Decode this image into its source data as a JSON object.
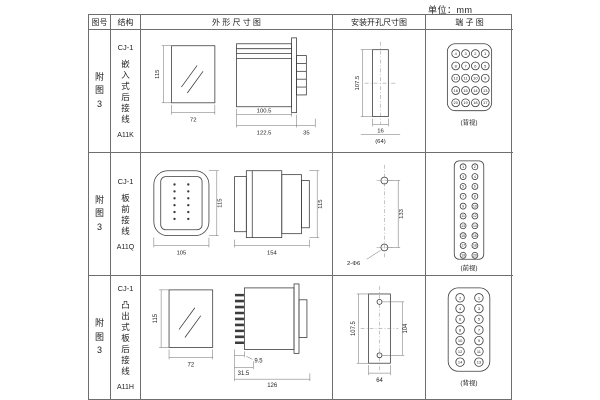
{
  "unit_label": "单位：mm",
  "headers": {
    "figure": "图号",
    "structure": "结构",
    "outline": "外 形 尺 寸 图",
    "mounting": "安装开孔尺寸图",
    "terminal": "端 子 图"
  },
  "rows": [
    {
      "figure": "附图3",
      "model": "CJ-1",
      "structure_name": "嵌入式后接线",
      "code": "A11K",
      "outline": {
        "h": "115",
        "w": "72",
        "d1": "100.5",
        "d2": "122.5",
        "d3": "35"
      },
      "mounting": {
        "d1": "107.5",
        "d2": "16",
        "d3": "(64)"
      },
      "terminal": {
        "caption": "(背视)",
        "numbers": [
          4,
          3,
          2,
          1,
          8,
          7,
          6,
          5,
          12,
          11,
          10,
          9,
          16,
          15,
          14,
          13,
          20,
          19,
          18,
          17
        ]
      }
    },
    {
      "figure": "附图3",
      "model": "CJ-1",
      "structure_name": "板前接线",
      "code": "A11Q",
      "outline": {
        "h": "115",
        "w": "105",
        "d1": "154",
        "d2": "115"
      },
      "mounting": {
        "d1": "133",
        "label": "2-Φ6"
      },
      "terminal": {
        "caption": "(前视)",
        "numbers": [
          1,
          2,
          3,
          4,
          5,
          6,
          7,
          8,
          9,
          10,
          11,
          12,
          13,
          14,
          15,
          16,
          17,
          18,
          19,
          20
        ]
      }
    },
    {
      "figure": "附图3",
      "model": "CJ-1",
      "structure_name": "凸出式板后接线",
      "code": "A11H",
      "outline": {
        "h": "115",
        "w": "72",
        "d1": "9.5",
        "d2": "31.5",
        "d3": "126"
      },
      "mounting": {
        "d1": "107.5",
        "d2": "104",
        "d3": "64"
      },
      "terminal": {
        "caption": "(背视)",
        "numbers": [
          2,
          1,
          4,
          3,
          6,
          5,
          8,
          7,
          10,
          9,
          12,
          11,
          14,
          13
        ]
      }
    }
  ]
}
